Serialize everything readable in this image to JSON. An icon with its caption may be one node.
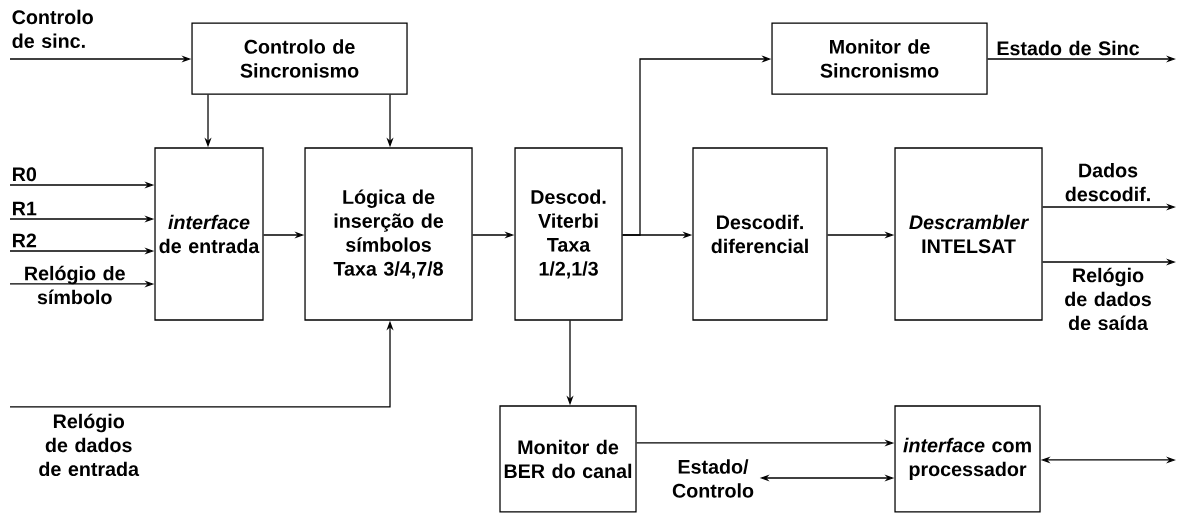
{
  "diagram": {
    "nodes": [
      {
        "text": [
          "Controlo de Sincronismo"
        ]
      },
      {
        "text": [
          "*interface* de entrada"
        ]
      },
      {
        "text": [
          "Lógica de inserção de símbolos Taxa 3/4,7/8"
        ]
      },
      {
        "text": [
          "Descod. Viterbi Taxa 1/2,1/3"
        ]
      },
      {
        "text": [
          "Monitor de Sincronismo"
        ]
      },
      {
        "text": [
          "Descodif. diferencial"
        ]
      },
      {
        "text": [
          "*Descrambler* INTELSAT"
        ]
      },
      {
        "text": [
          "Monitor de BER do canal"
        ]
      },
      {
        "text": [
          "*interface* com processador"
        ]
      },
      {
        "text": [
          "Estado/ Controlo"
        ]
      }
    ],
    "edges": [
      {
        "from": null,
        "to": 0,
        "arrow": "to",
        "label": "Controlo de sinc."
      },
      {
        "from": 0,
        "to": 1,
        "arrow": "to"
      },
      {
        "from": 0,
        "to": 2,
        "arrow": "to"
      },
      {
        "from": null,
        "to": 1,
        "arrow": "to",
        "label": "R0"
      },
      {
        "from": null,
        "to": 1,
        "arrow": "to",
        "label": "R1"
      },
      {
        "from": null,
        "to": 1,
        "arrow": "to",
        "label": "R2"
      },
      {
        "from": null,
        "to": 1,
        "arrow": "to",
        "label": "Relógio de símbolo"
      },
      {
        "from": 1,
        "to": 2,
        "arrow": "to"
      },
      {
        "from": null,
        "to": 2,
        "arrow": "to",
        "label": "Relógio de dados de entrada"
      },
      {
        "from": 2,
        "to": 3,
        "arrow": "to"
      },
      {
        "from": 3,
        "to": 5,
        "arrow": "to"
      },
      {
        "from": 3,
        "to": 4,
        "arrow": "to"
      },
      {
        "from": 5,
        "to": 6,
        "arrow": "to"
      },
      {
        "from": 4,
        "to": null,
        "arrow": "to",
        "label": "Estado de Sinc"
      },
      {
        "from": 6,
        "to": null,
        "arrow": "to",
        "label": "Dados descodif."
      },
      {
        "from": 6,
        "to": null,
        "arrow": "to",
        "label": "Relógio de dados de saída"
      },
      {
        "from": 3,
        "to": 7,
        "arrow": "to"
      },
      {
        "from": 7,
        "to": 8,
        "arrow": "to"
      },
      {
        "from": 9,
        "to": 8,
        "arrow": "both"
      },
      {
        "from": 8,
        "to": null,
        "arrow": "both"
      }
    ]
  }
}
